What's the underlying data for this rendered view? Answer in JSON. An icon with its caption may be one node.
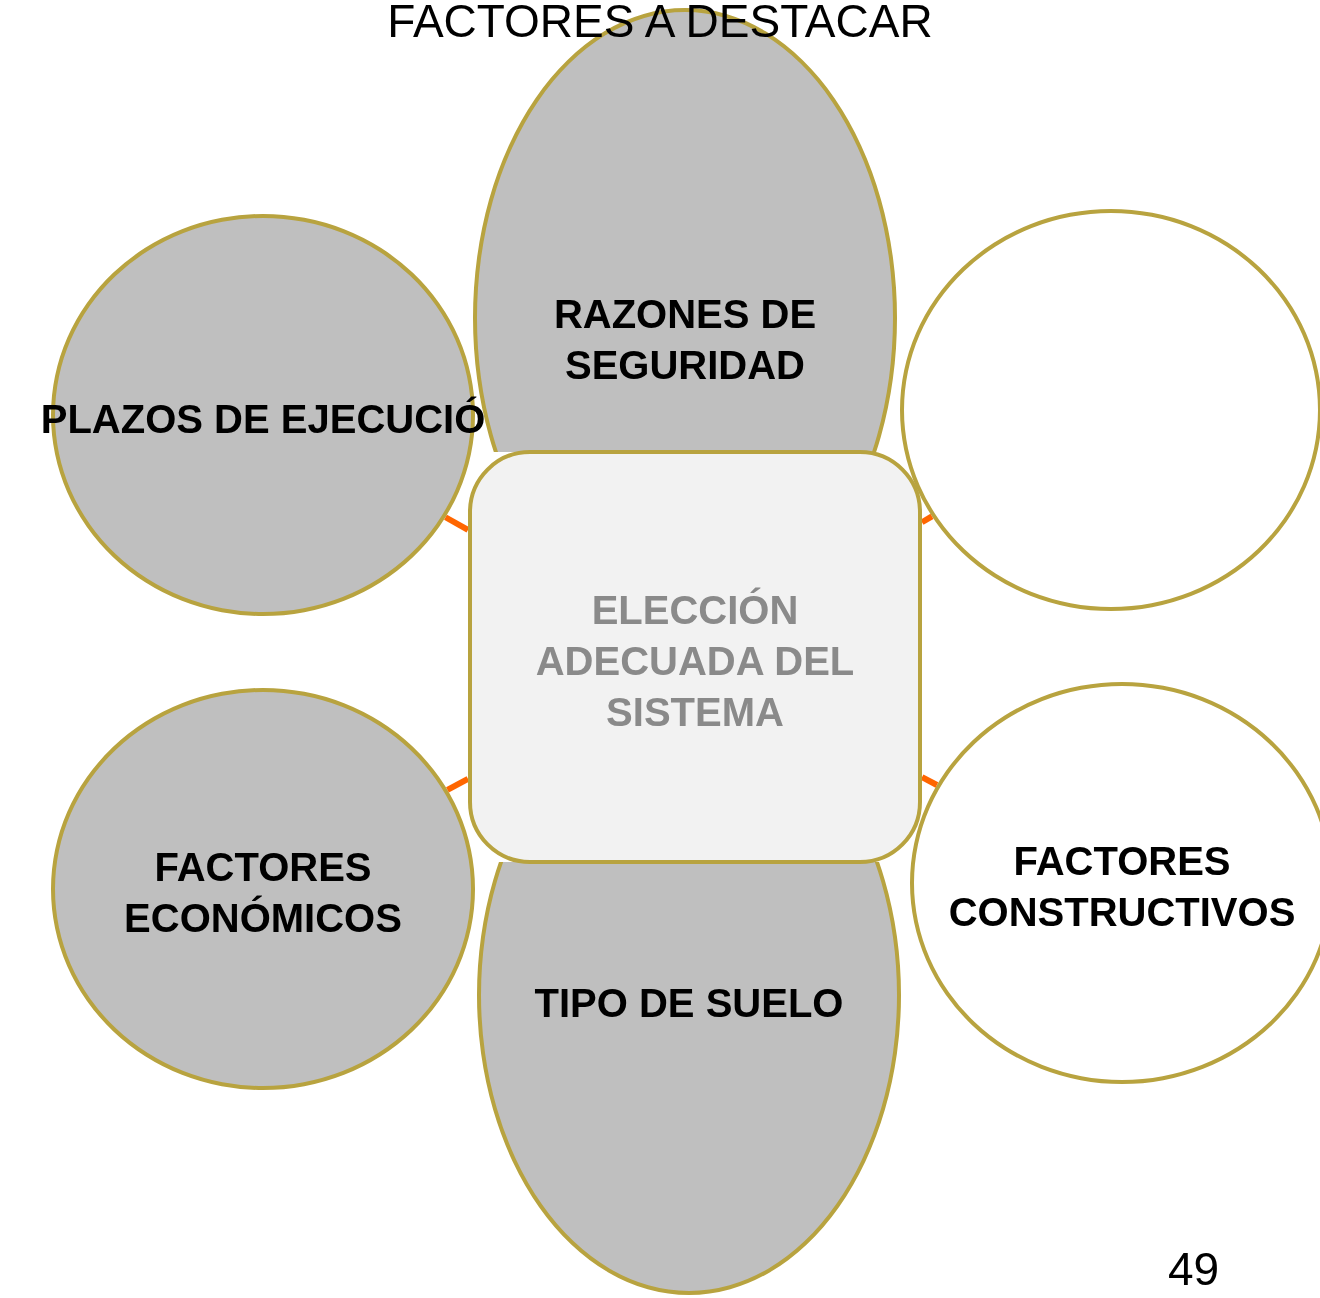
{
  "diagram": {
    "title": "FACTORES A DESTACAR",
    "nodes": [
      {
        "text": [
          "RAZONES DE SEGURIDAD"
        ]
      },
      {
        "text": [
          "PLAZOS DE EJECUCIÓ"
        ]
      },
      {
        "text": [],
        "shape": "circle"
      },
      {
        "text": [
          "ELECCIÓN ADECUADA DEL SISTEMA"
        ]
      },
      {
        "text": [
          "FACTORES ECONÓMICOS"
        ]
      },
      {
        "text": [
          "FACTORES CONSTRUCTIVOS"
        ]
      },
      {
        "text": [
          "TIPO DE SUELO"
        ]
      }
    ],
    "edges": [
      {
        "from": 3,
        "to": 1,
        "arrow": "none"
      },
      {
        "from": 3,
        "to": 2,
        "arrow": "none"
      },
      {
        "from": 3,
        "to": 4,
        "arrow": "none"
      },
      {
        "from": 3,
        "to": 5,
        "arrow": "none"
      }
    ],
    "labels": [
      "49"
    ]
  }
}
